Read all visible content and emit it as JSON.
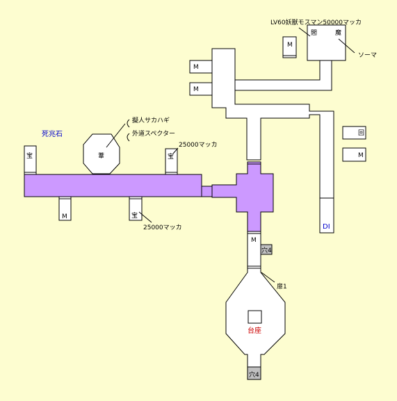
{
  "map": {
    "labels": {
      "boss_info": "LV60妖獣モスマン50000マッカ",
      "boss_room_1": "閻",
      "boss_room_2": "魔",
      "soma": "ソーマ",
      "shichoseki": "死兆石",
      "npc_1": "擬人サカハギ",
      "npc_2": "外道スペクター",
      "octagon_room": "葦",
      "reward_top": "25000マッカ",
      "reward_bottom": "25000マッカ",
      "door_1": "扉1",
      "pedestal": "台座",
      "exit_di": "DI",
      "kaifuku": "回",
      "hole_upper": "穴4",
      "hole_lower": "穴4"
    },
    "markers": {
      "treasure": "宝",
      "magnetite": "M"
    },
    "colors": {
      "background": "#fdfdd0",
      "corridor": "#ffffff",
      "highlight": "#cc99ff",
      "hole": "#c0c0c0",
      "blue_text": "#0000cc",
      "red_text": "#cc0000"
    }
  }
}
